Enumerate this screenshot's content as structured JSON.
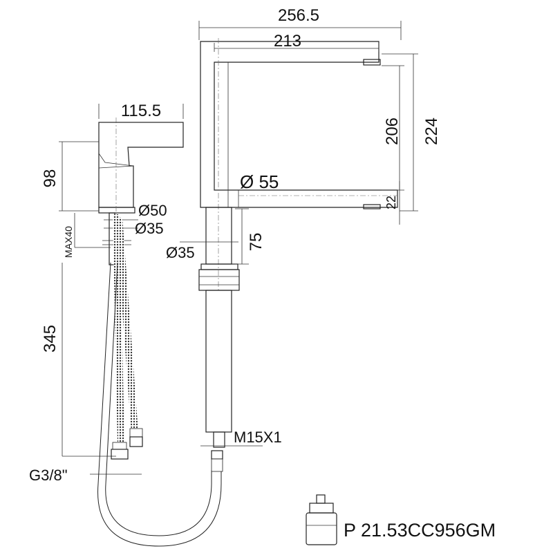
{
  "dimensions": {
    "spout_total_reach": "256.5",
    "spout_reach": "213",
    "spout_height_inner": "206",
    "spout_height_total": "224",
    "spout_tube_height": "22",
    "spout_diameter": "Ø 55",
    "column_height": "75",
    "column_diameter": "Ø35",
    "mixer_width": "115.5",
    "mixer_height": "98",
    "mixer_base_diameter": "Ø50",
    "mixer_shank_diameter": "Ø35",
    "max_thickness": "MAX40",
    "hose_length": "345",
    "hose_connection": "G3/8\"",
    "outlet_thread": "M15X1"
  },
  "cartridge": {
    "code": "P 21.53CC956GM"
  }
}
